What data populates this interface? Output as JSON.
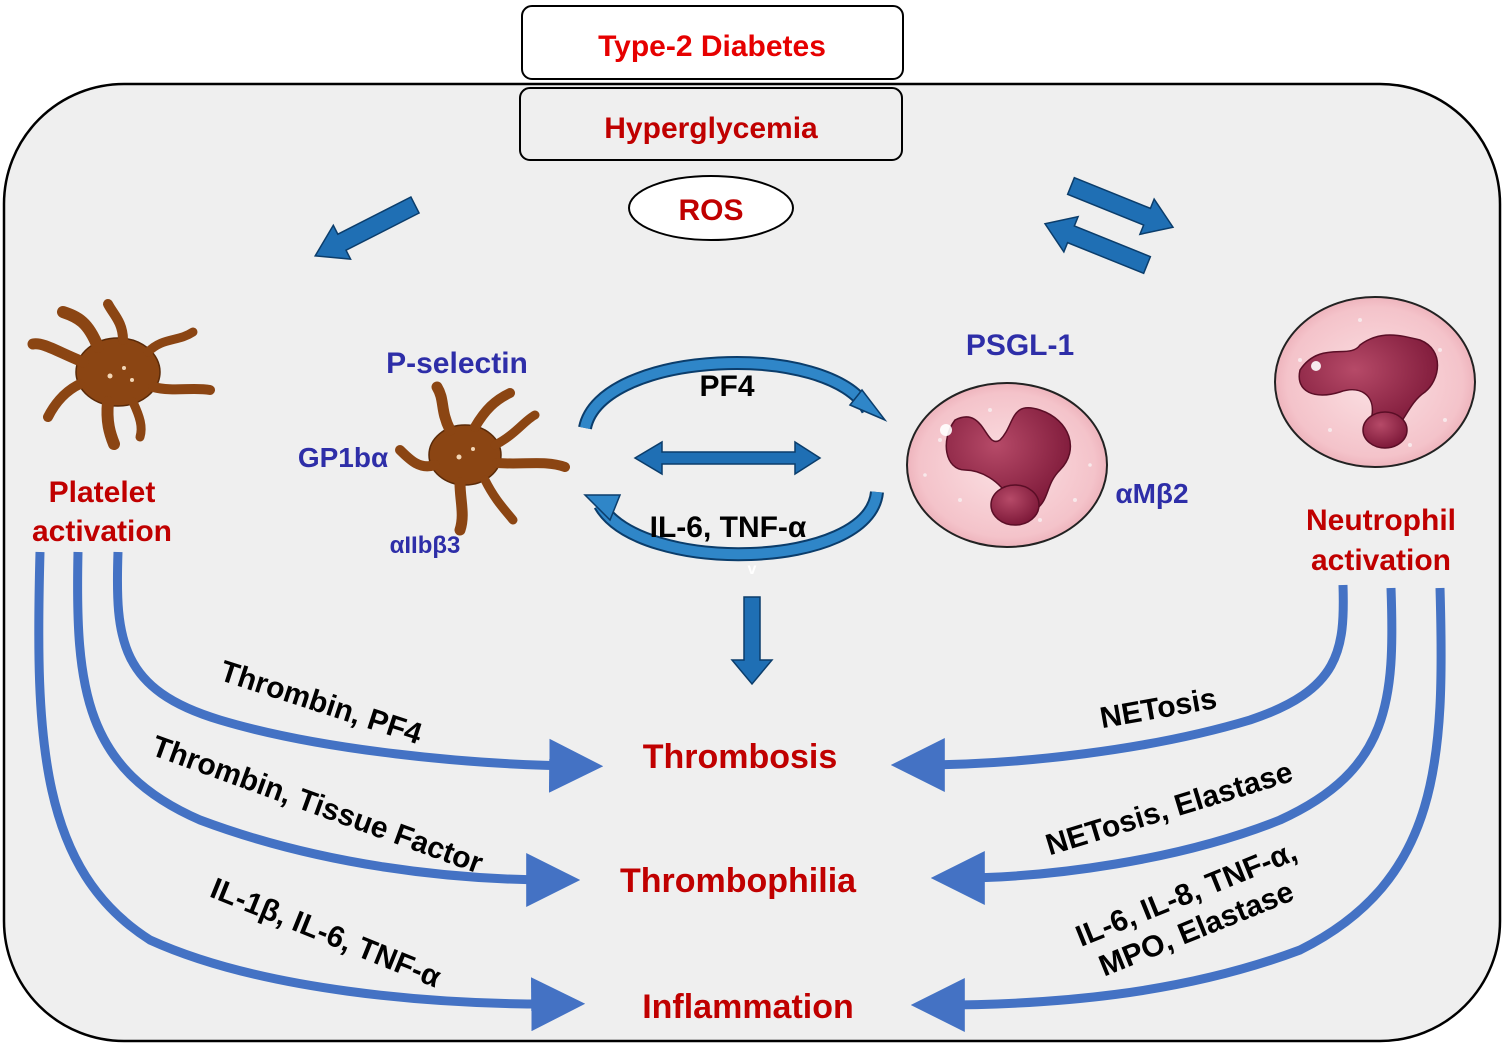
{
  "colors": {
    "outcome_red": "#c00000",
    "header_red": "#e60000",
    "receptor_blue": "#2e2ea8",
    "arrow_blue": "#4472c4",
    "block_arrow_blue": "#1f6fb4",
    "panel_gray": "#efefef",
    "platelet_brown": "#8b4513",
    "neutrophil_pink": "#f6c9cf",
    "nucleus_purple": "#8a2142"
  },
  "header": {
    "type2_diabetes": "Type-2 Diabetes",
    "hyperglycemia": "Hyperglycemia",
    "ros": "ROS"
  },
  "platelet": {
    "activation_line1": "Platelet",
    "activation_line2": "activation",
    "receptors": {
      "p_selectin": "P-selectin",
      "gp1ba": "GP1bα",
      "aiib3": "αIIbβ3"
    }
  },
  "neutrophil": {
    "activation_line1": "Neutrophil",
    "activation_line2": "activation",
    "receptors": {
      "psgl1": "PSGL-1",
      "amb2": "αMβ2"
    }
  },
  "interaction": {
    "top_mediator": "PF4",
    "bottom_mediator": "IL-6, TNF-α",
    "small_mark": "v"
  },
  "outcomes": {
    "thrombosis": "Thrombosis",
    "thrombophilia": "Thrombophilia",
    "inflammation": "Inflammation"
  },
  "platelet_pathways": {
    "thrombosis": "Thrombin, PF4",
    "thrombophilia": "Thrombin, Tissue Factor",
    "inflammation": "IL-1β, IL-6, TNF-α"
  },
  "neutrophil_pathways": {
    "thrombosis": "NETosis",
    "thrombophilia": "NETosis, Elastase",
    "inflammation_line1": "IL-6, IL-8, TNF-α,",
    "inflammation_line2": "MPO, Elastase"
  }
}
